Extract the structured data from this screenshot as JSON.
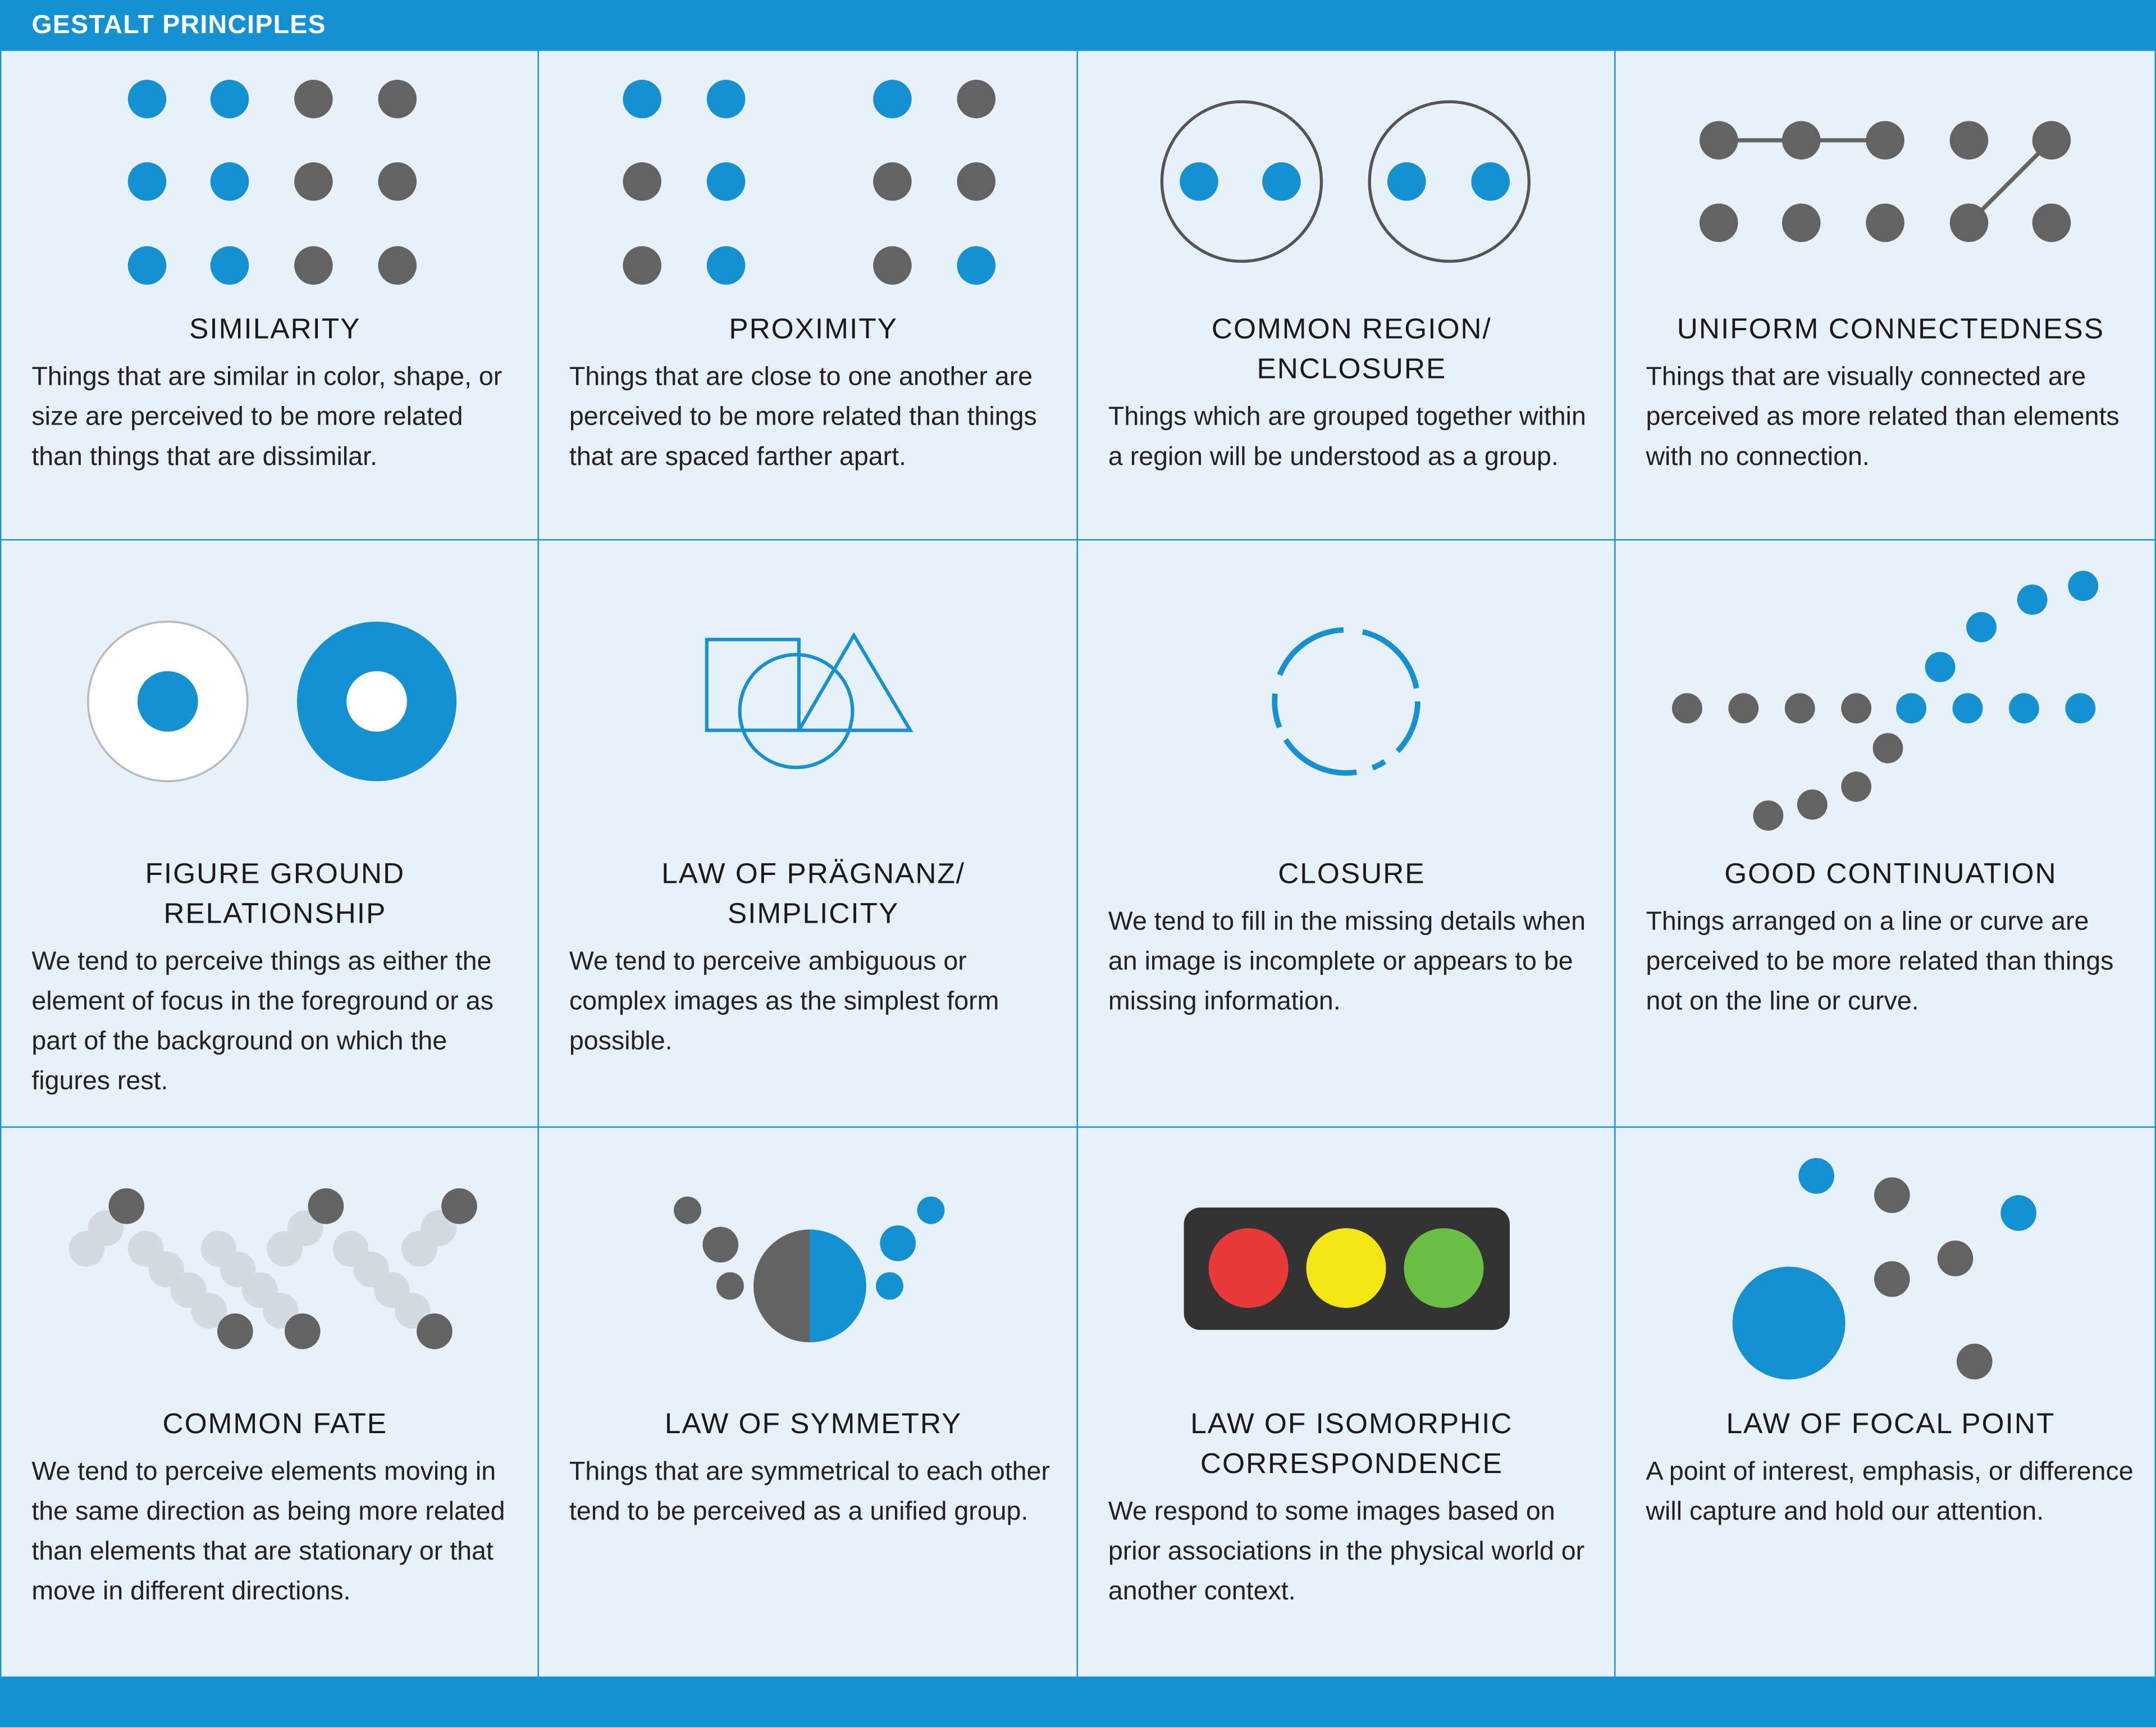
{
  "header": {
    "title": "GESTALT PRINCIPLES"
  },
  "colors": {
    "accent": "#1591d2",
    "gray": "#636363",
    "background": "#e8f0f9",
    "red": "#e83a3a",
    "yellow": "#f2e614",
    "green": "#6abd45"
  },
  "principles": [
    {
      "title": "SIMILARITY",
      "body": "Things that are similar in color, shape, or size are perceived to be more related than things that are dissimilar."
    },
    {
      "title": "PROXIMITY",
      "body": "Things that are close to one another are perceived to be more related than things that are spaced farther apart."
    },
    {
      "title": "COMMON REGION/ ENCLOSURE",
      "body": "Things which are grouped together within a region will be understood as a group."
    },
    {
      "title": "UNIFORM CONNECTEDNESS",
      "body": "Things that are visually connected are perceived as more related than elements with no connection."
    },
    {
      "title": "FIGURE GROUND RELATIONSHIP",
      "body": "We tend to perceive things as either the element of focus in the foreground or as part of the background on which the figures rest."
    },
    {
      "title": "LAW OF PRÄGNANZ/ SIMPLICITY",
      "body": "We tend to perceive ambiguous or complex images as the simplest form possible."
    },
    {
      "title": "CLOSURE",
      "body": "We tend to fill in the missing details when an image is incomplete or appears to be missing information."
    },
    {
      "title": "GOOD CONTINUATION",
      "body": "Things arranged on a line or curve are perceived to be more related than things not on the line or curve."
    },
    {
      "title": "COMMON FATE",
      "body": "We tend to perceive elements moving in the same direction as being more related than elements that are stationary or that move in different directions."
    },
    {
      "title": "LAW OF SYMMETRY",
      "body": "Things that are symmetrical to each other tend to be perceived as a unified group."
    },
    {
      "title": "LAW OF ISOMORPHIC CORRESPONDENCE",
      "body": "We respond to some images based on prior associations in the physical world or another context."
    },
    {
      "title": "LAW OF FOCAL POINT",
      "body": "A point of interest, emphasis, or difference will capture and hold our attention."
    }
  ]
}
